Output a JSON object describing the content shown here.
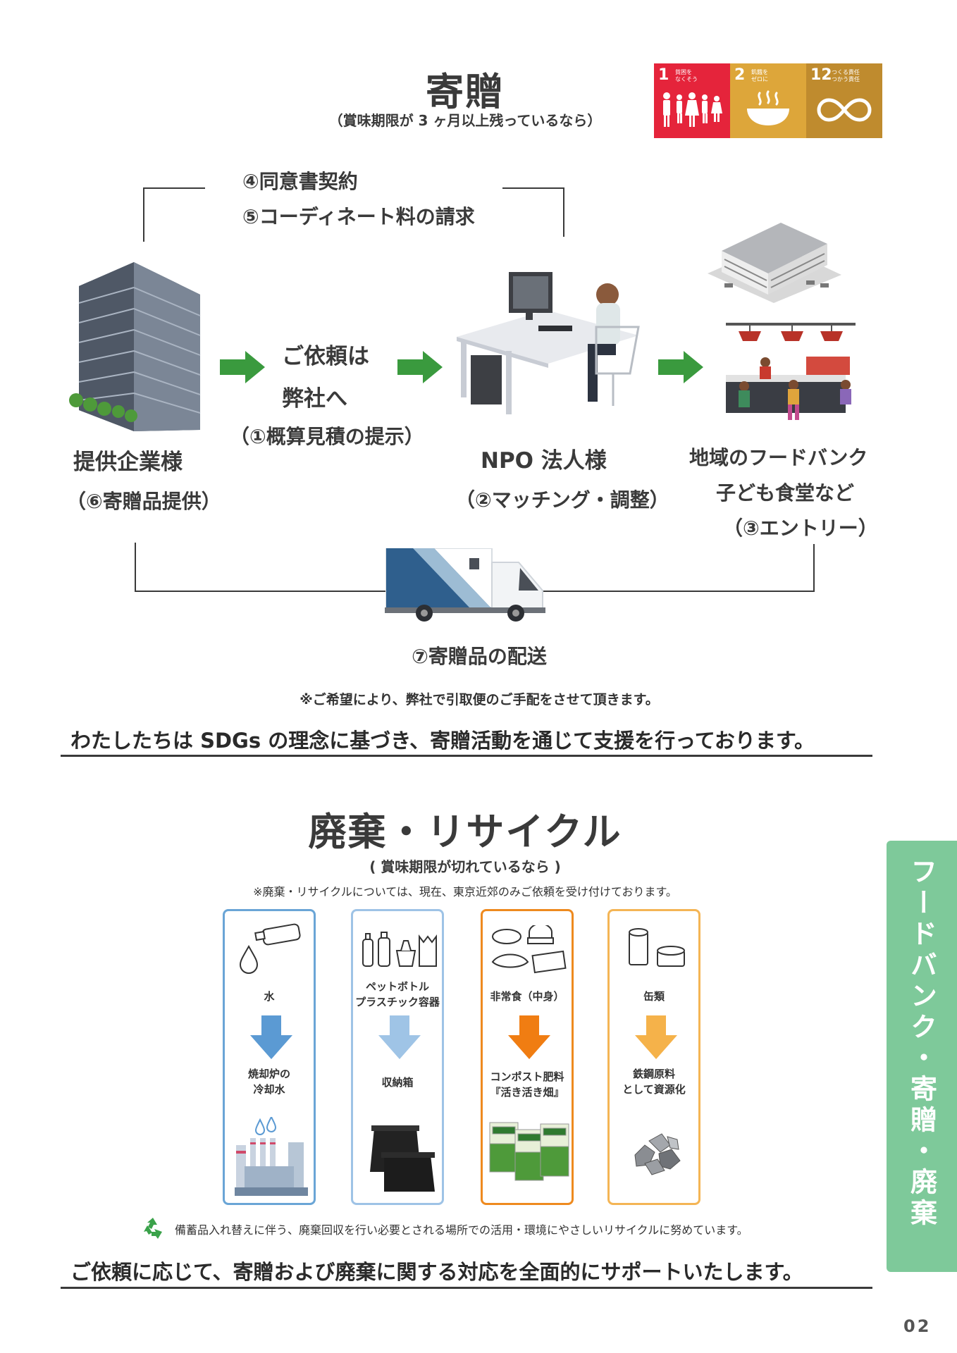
{
  "donation": {
    "title": "寄贈",
    "subtitle": "（賞味期限が 3 ヶ月以上残っているなら）",
    "contract_line1": "④同意書契約",
    "contract_line2": "⑤コーディネート料の請求",
    "request_line1": "ご依頼は",
    "request_line2": "弊社へ",
    "request_line3": "（①概算見積の提示）",
    "provider_name": "提供企業様",
    "provider_note": "（⑥寄贈品提供）",
    "npo_name": "NPO 法人様",
    "npo_note": "（②マッチング・調整）",
    "foodbank_line1": "地域のフードバンク",
    "foodbank_line2": "子ども食堂など",
    "foodbank_note": "（③エントリー）",
    "delivery": "⑦寄贈品の配送",
    "delivery_note": "※ご希望により、弊社で引取便のご手配をさせて頂きます。",
    "statement": "わたしたちは SDGs の理念に基づき、寄贈活動を通じて支援を行っております。"
  },
  "sdgs": [
    {
      "number": "1",
      "text": "貧困を\nなくそう",
      "color": "#e5243b",
      "icon": "family-icon"
    },
    {
      "number": "2",
      "text": "飢餓を\nゼロに",
      "color": "#dda63a",
      "icon": "bowl-icon"
    },
    {
      "number": "12",
      "text": "つくる責任\nつかう責任",
      "color": "#bf8b2e",
      "icon": "infinity-icon"
    }
  ],
  "recycle": {
    "title": "廃棄・リサイクル",
    "subtitle": "( 賞味期限が切れているなら )",
    "note": "※廃棄・リサイクルについては、現在、東京近郊のみご依頼を受け付けております。",
    "cards": [
      {
        "item": "水",
        "result": "焼却炉の\n冷却水",
        "color": "#6aa5d6",
        "arrow": "#5b9ad3"
      },
      {
        "item": "ペットボトル\nプラスチック容器",
        "result": "収納箱",
        "color": "#9ec3e6",
        "arrow": "#9fc4e6"
      },
      {
        "item": "非常食（中身）",
        "result": "コンポスト肥料\n『活き活き畑』",
        "color": "#ee8a1f",
        "arrow": "#f07d12"
      },
      {
        "item": "缶類",
        "result": "鉄鋼原料\nとして資源化",
        "color": "#f4b555",
        "arrow": "#f5b24a"
      }
    ],
    "footnote": "備蓄品入れ替えに伴う、廃棄回収を行い必要とされる場所での活用・環境にやさしいリサイクルに努めています。",
    "statement": "ご依頼に応じて、寄贈および廃棄に関する対応を全面的にサポートいたします。"
  },
  "side_tab": "フードバンク・寄贈・廃棄",
  "page_number": "02",
  "colors": {
    "accent_green": "#3a9a3e",
    "tab_green": "#7ec99a"
  }
}
